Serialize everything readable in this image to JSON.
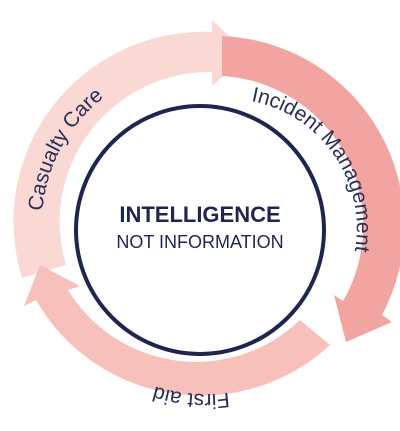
{
  "center": {
    "title": "INTELLIGENCE",
    "subtitle": "NOT INFORMATION"
  },
  "segments": [
    {
      "label": "Incident Management",
      "color": "#f2a5a0"
    },
    {
      "label": "First aid",
      "color": "#f7c0bb"
    },
    {
      "label": "Casualty Care",
      "color": "#fad9d5"
    }
  ],
  "ring_color": "#1f2550"
}
